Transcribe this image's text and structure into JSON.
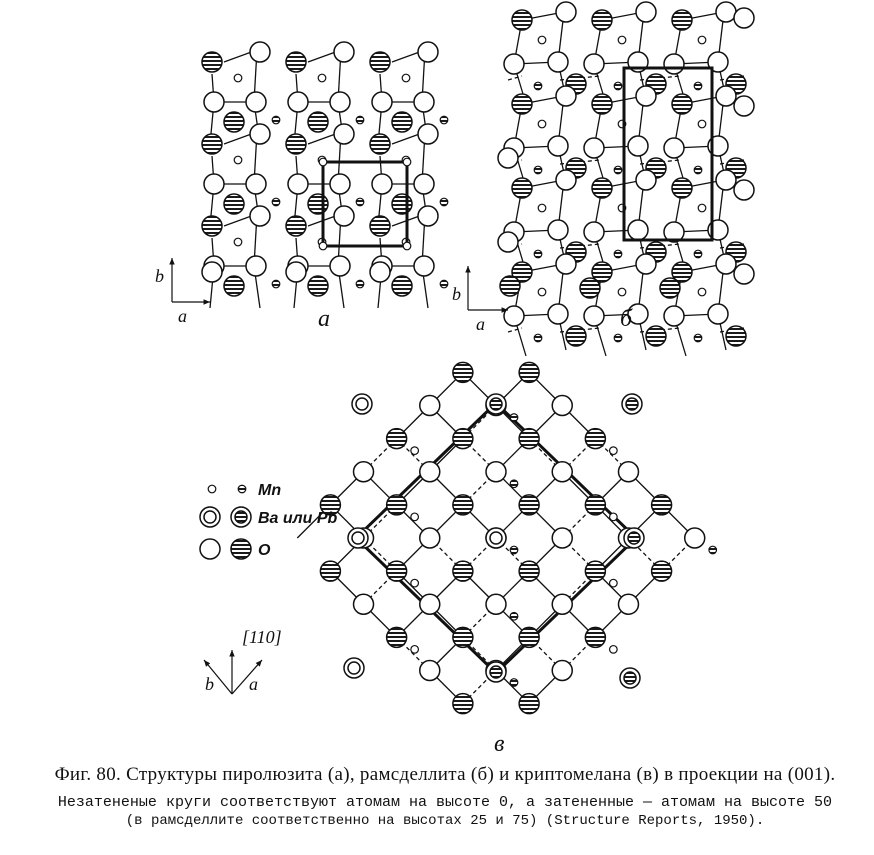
{
  "panels": {
    "a": {
      "label": "а",
      "axis_vertical": "b",
      "axis_horizontal": "a"
    },
    "b": {
      "label": "б",
      "axis_vertical": "b",
      "axis_horizontal": "a"
    },
    "c": {
      "label": "в",
      "axis_up": "[110]",
      "axis_left": "b",
      "axis_right": "a"
    }
  },
  "legend": {
    "mn": "Mn",
    "ba": "Ba или Pb",
    "o": "O"
  },
  "caption": {
    "line1": "Фиг. 80. Структуры пиролюзита (а), рамсделлита (б) и криптомелана (в) в проекции на (001).",
    "line2": "Незатененые круги соответствуют атомам на высоте 0, а затененные — атомам на высоте 50",
    "line3": "(в рамсделлите соответственно на высотах 25 и 75) (Structure Reports, 1950).",
    "line4": ""
  }
}
